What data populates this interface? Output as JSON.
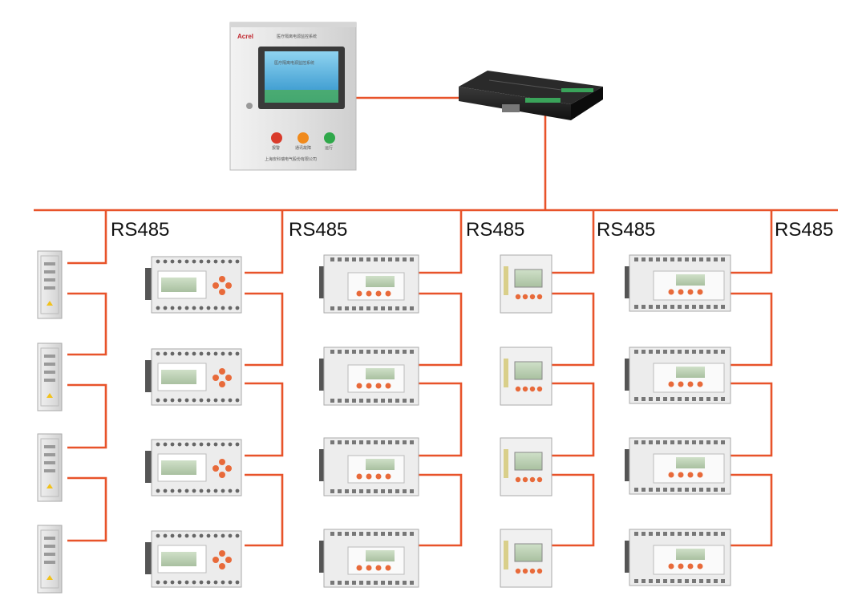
{
  "monitor_cabinet": {
    "brand": "Acrel",
    "title": "医疗隔离电源监控系统",
    "screen_text": "医疗隔离电源监控系统",
    "buttons": [
      {
        "label": "报警",
        "color": "#d93b2b"
      },
      {
        "label": "通讯故障",
        "color": "#f08a1c"
      },
      {
        "label": "运行",
        "color": "#2fa84a"
      }
    ],
    "company": "上海安科瑞电气股份有限公司"
  },
  "gateway": {
    "name": "communication-gateway"
  },
  "bus": {
    "protocol_labels": [
      "RS485",
      "RS485",
      "RS485",
      "RS485",
      "RS485"
    ],
    "wire_color": "#e8532a"
  },
  "columns": [
    {
      "device": "isolation-power-cabinet",
      "count": 4
    },
    {
      "device": "insulation-monitor-wide",
      "count": 4
    },
    {
      "device": "insulation-monitor-din",
      "count": 4
    },
    {
      "device": "compact-monitor",
      "count": 4
    },
    {
      "device": "multi-channel-monitor",
      "count": 4
    }
  ]
}
